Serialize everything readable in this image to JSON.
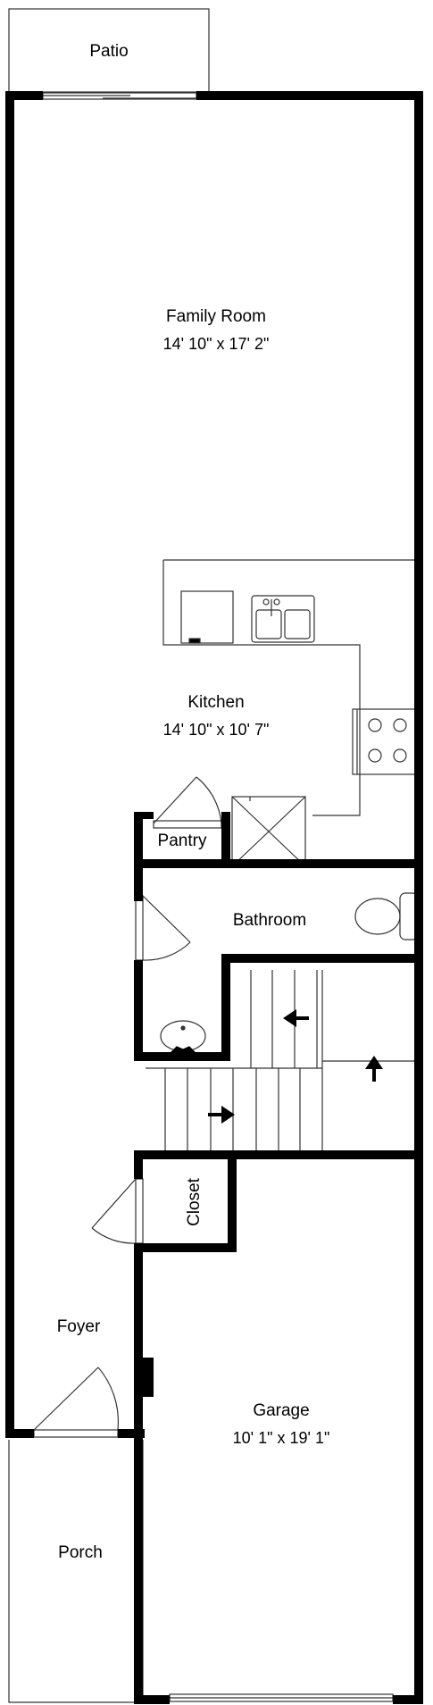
{
  "rooms": {
    "patio": {
      "name": "Patio"
    },
    "family_room": {
      "name": "Family Room",
      "dimensions": "14' 10\" x 17' 2\""
    },
    "kitchen": {
      "name": "Kitchen",
      "dimensions": "14' 10\" x 10' 7\""
    },
    "pantry": {
      "name": "Pantry"
    },
    "bathroom": {
      "name": "Bathroom"
    },
    "closet": {
      "name": "Closet"
    },
    "foyer": {
      "name": "Foyer"
    },
    "garage": {
      "name": "Garage",
      "dimensions": "10' 1\" x 19' 1\""
    },
    "porch": {
      "name": "Porch"
    }
  },
  "colors": {
    "wall": "#000000",
    "fixture": "#333333",
    "background": "#ffffff"
  }
}
